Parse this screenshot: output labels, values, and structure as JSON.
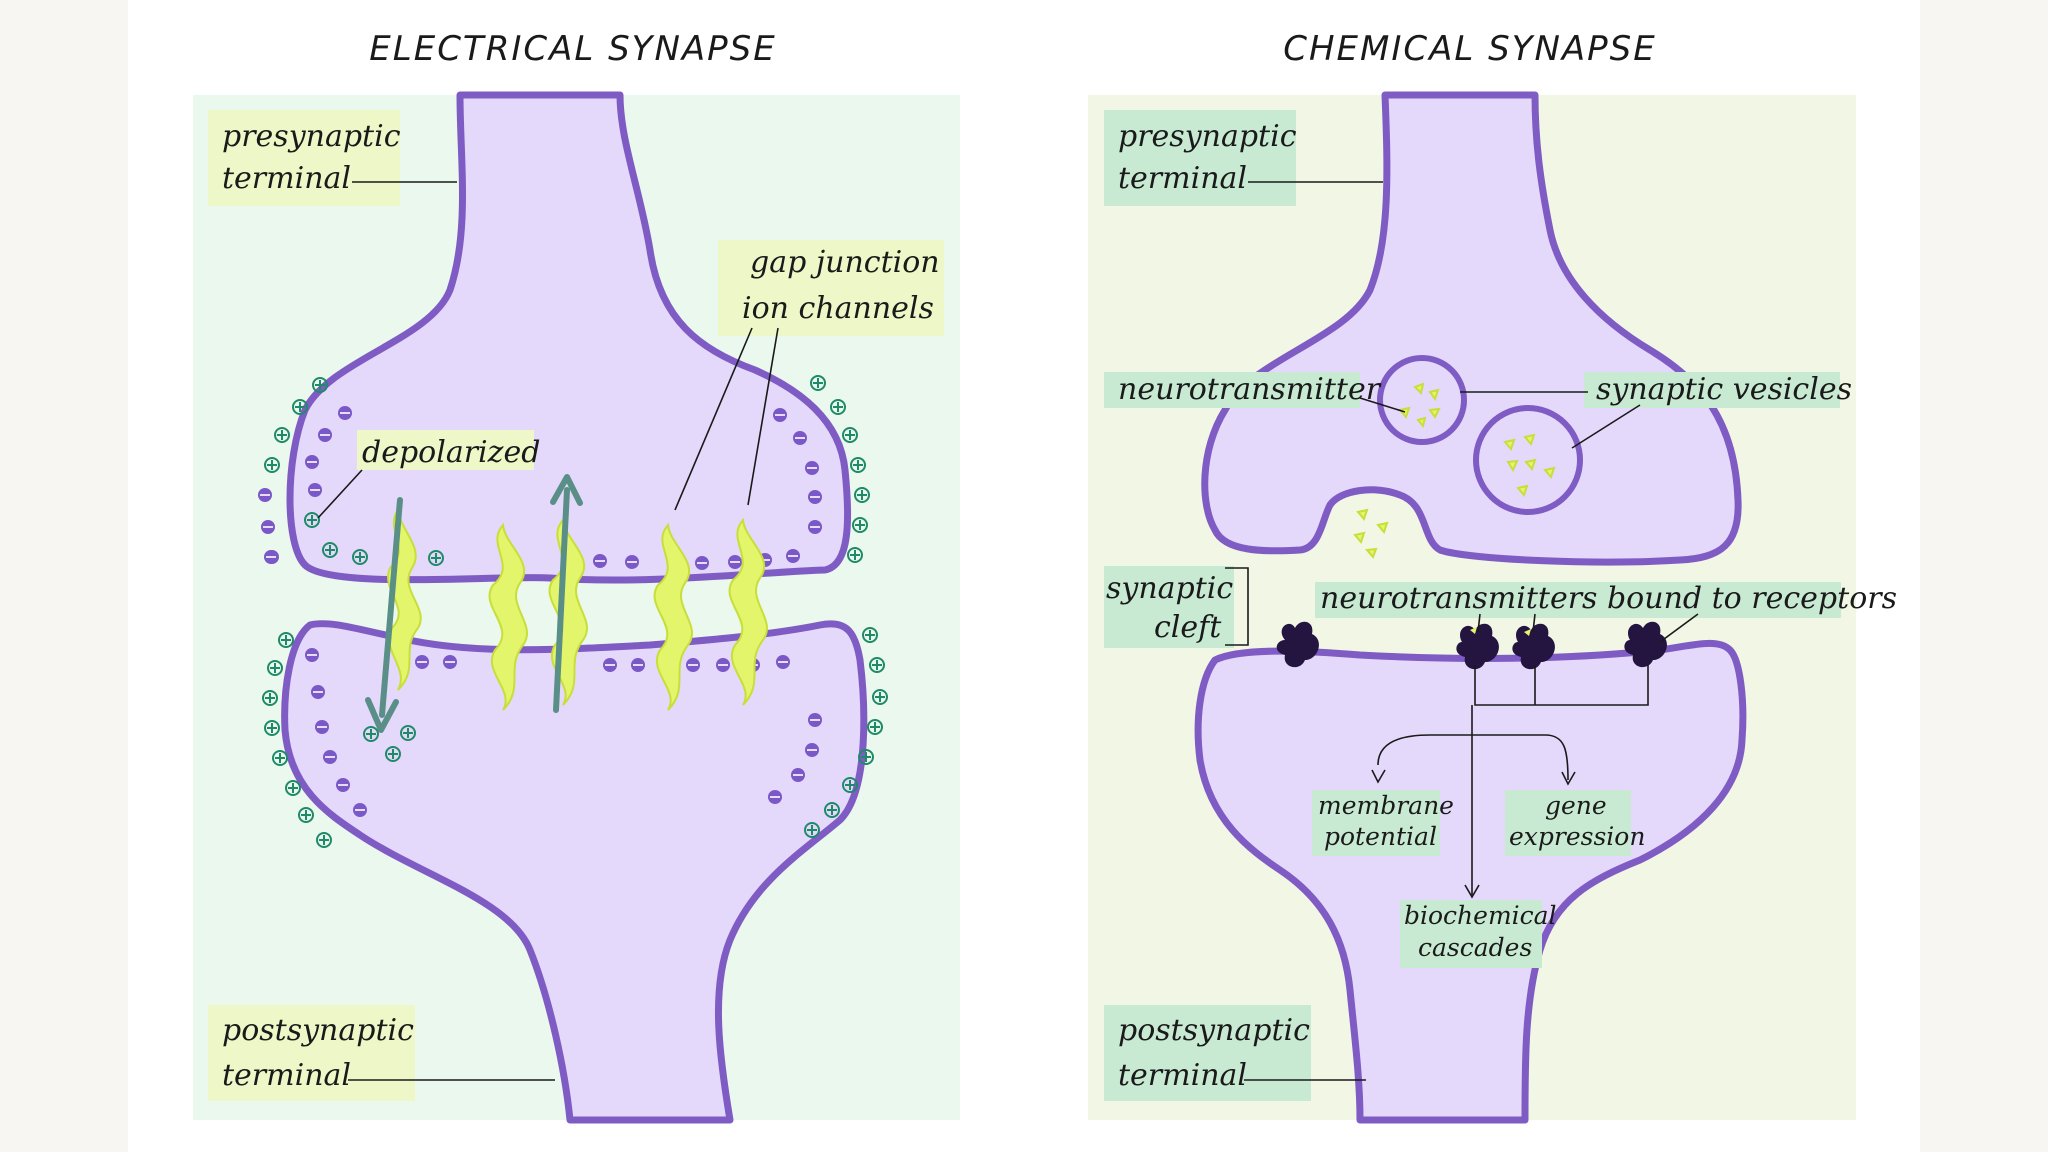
{
  "colors": {
    "page_background": "#f7f6f2",
    "sheet_background": "#ffffff",
    "electrical_panel_bg": "#eaf8ee",
    "chemical_panel_bg": "#f2f6e4",
    "neuron_fill": "#e4d9fb",
    "neuron_outline": "#7f5cc4",
    "ion_channel": "#e3f56a",
    "label_box_electrical": "#eef7c7",
    "label_box_chemical": "#c8ead3",
    "positive_ion": "#1f8a68",
    "negative_ion": "#7b58c8",
    "current_arrow": "#5a8f88",
    "receptor": "#231540"
  },
  "electrical": {
    "title": "ELECTRICAL SYNAPSE",
    "labels": {
      "presynaptic_line1": "presynaptic",
      "presynaptic_line2": "terminal",
      "gap_line1": "gap junction",
      "gap_line2": "ion channels",
      "depolarized": "depolarized",
      "postsynaptic_line1": "postsynaptic",
      "postsynaptic_line2": "terminal"
    },
    "icons": [
      "positive-ion-icon",
      "negative-ion-icon",
      "gap-junction-channel-icon",
      "arrow-down-icon",
      "arrow-up-icon"
    ]
  },
  "chemical": {
    "title": "CHEMICAL SYNAPSE",
    "labels": {
      "presynaptic_line1": "presynaptic",
      "presynaptic_line2": "terminal",
      "neurotransmitter": "neurotransmitter",
      "synaptic_vesicles": "synaptic vesicles",
      "cleft_line1": "synaptic",
      "cleft_line2": "cleft",
      "bound": "neurotransmitters bound to receptors",
      "membrane_line1": "membrane",
      "membrane_line2": "potential",
      "gene_line1": "gene",
      "gene_line2": "expression",
      "cascade_line1": "biochemical",
      "cascade_line2": "cascades",
      "postsynaptic_line1": "postsynaptic",
      "postsynaptic_line2": "terminal"
    },
    "icons": [
      "vesicle-icon",
      "neurotransmitter-icon",
      "receptor-icon",
      "arrow-down-icon"
    ]
  }
}
